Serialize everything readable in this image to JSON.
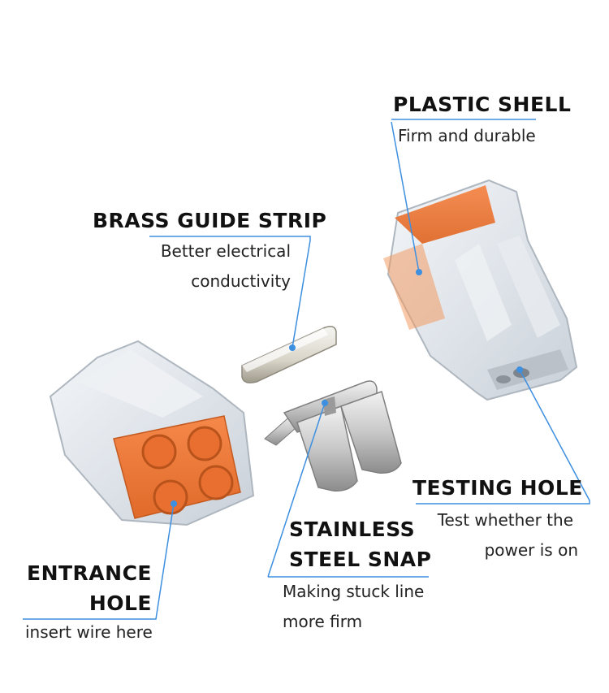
{
  "colors": {
    "accent": "#3d8fe0",
    "orange": "#f07f3c",
    "background": "#ffffff"
  },
  "labels": {
    "plastic_shell": {
      "title": "PLASTIC SHELL",
      "line1": "Firm and durable"
    },
    "brass_guide_strip": {
      "title": "BRASS GUIDE STRIP",
      "line1": "Better electrical",
      "line2": "conductivity"
    },
    "testing_hole": {
      "title": "TESTING HOLE",
      "line1": "Test whether the",
      "line2": "power is on"
    },
    "stainless_steel_snap": {
      "title1": "STAINLESS",
      "title2": "STEEL SNAP",
      "line1": "Making stuck line",
      "line2": "more firm"
    },
    "entrance_hole": {
      "title1": "ENTRANCE",
      "title2": "HOLE",
      "line1": "insert wire here"
    }
  }
}
